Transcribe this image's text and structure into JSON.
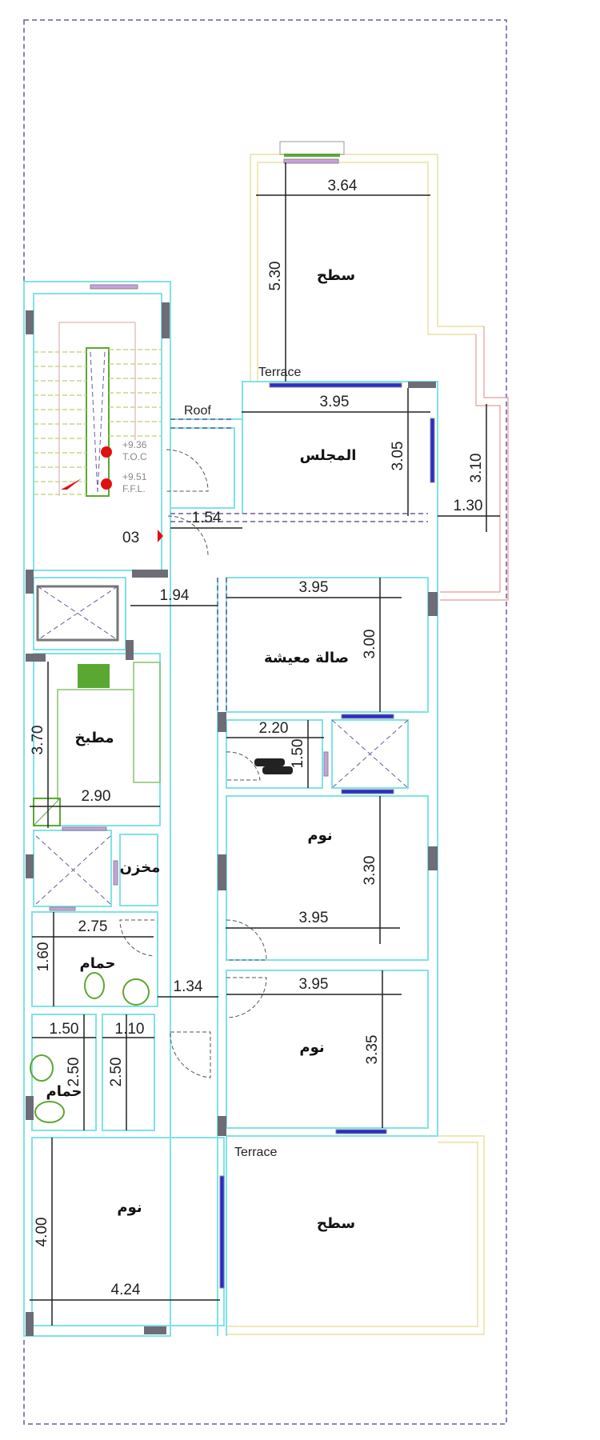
{
  "plan": {
    "annotations": {
      "roof": "Roof",
      "terrace_top": "Terrace",
      "terrace_bottom": "Terrace",
      "level_1": "+9.36",
      "level_1_code": "T.O.C",
      "level_2": "+9.51",
      "level_2_code": "F.F.L.",
      "stair_ref": "03"
    },
    "rooms": {
      "roof_top": "سطح",
      "majlis": "المجلس",
      "living": "صالة معيشة",
      "kitchen": "مطبخ",
      "storage": "مخزن",
      "bath_1": "حمام",
      "bath_2": "حمام",
      "bedroom_1": "نوم",
      "bedroom_2": "نوم",
      "bedroom_3": "نوم",
      "roof_bottom": "سطح"
    },
    "dimensions": {
      "roof_width": "3.64",
      "roof_depth": "5.30",
      "majlis_width": "3.95",
      "majlis_depth": "3.05",
      "side_depth": "3.10",
      "side_width": "1.30",
      "entry_width": "1.54",
      "corridor_width": "1.94",
      "living_width": "3.95",
      "living_depth": "3.00",
      "kitchen_depth": "3.70",
      "kitchen_width": "2.90",
      "laundry_width": "2.20",
      "laundry_depth": "1.50",
      "bed1_depth": "3.30",
      "bed1_width": "3.95",
      "bath1_width": "2.75",
      "bath1_depth": "1.60",
      "hall_width": "1.34",
      "bed2_width": "3.95",
      "bed2_depth": "3.35",
      "bath2_width": "1.50",
      "bath2_depth": "2.50",
      "wc_width": "1.10",
      "wc_depth": "2.50",
      "bed3_depth": "4.00",
      "bed3_width": "4.24"
    },
    "colors": {
      "walls": "#7fe3e6",
      "terrace_outline": "#e9e2a0",
      "plot_boundary": "#6a5a9a",
      "windows": "#2b2bd0",
      "markers": "#e01010"
    }
  }
}
